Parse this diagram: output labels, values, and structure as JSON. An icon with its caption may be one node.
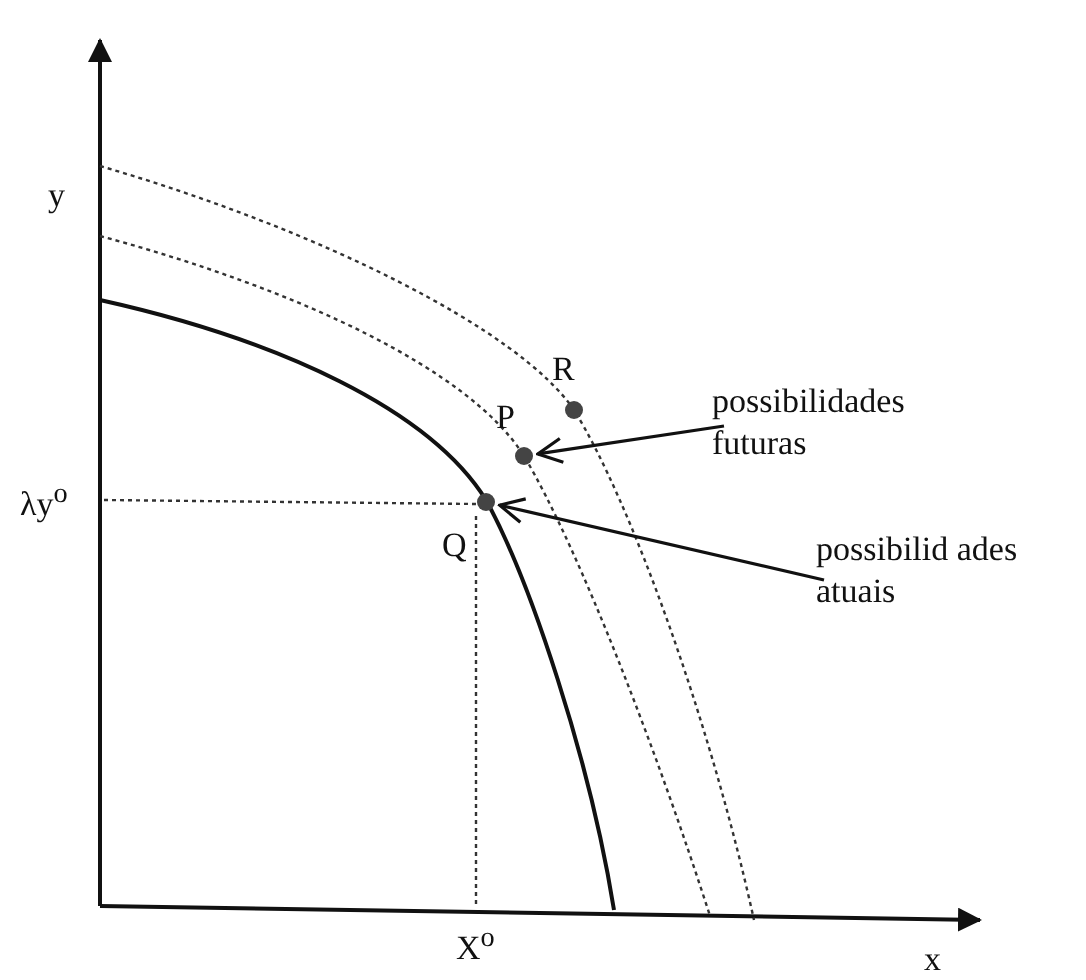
{
  "diagram": {
    "nodes": [
      {
        "text": [],
        "shape": "circle",
        "beside": [
          "R"
        ]
      },
      {
        "text": [],
        "shape": "circle",
        "beside": [
          "P"
        ]
      },
      {
        "text": [],
        "shape": "circle",
        "beside": [
          "Q"
        ]
      },
      {
        "text": [
          "possibilidades futuras"
        ]
      },
      {
        "text": [
          "possibilid ades atuais"
        ]
      }
    ],
    "edges": [
      {
        "from": 3,
        "to": 1,
        "arrow": "to"
      },
      {
        "from": 4,
        "to": 2,
        "arrow": "to"
      }
    ],
    "labels": [
      "y",
      "λy$^{o}$",
      "X$^{o}$",
      "x"
    ]
  }
}
